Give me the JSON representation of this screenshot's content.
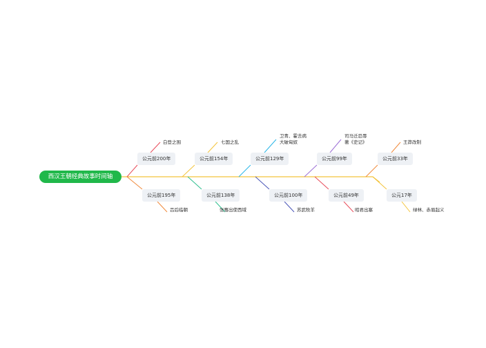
{
  "title": "西汉王朝经典故事时间轴",
  "upper": [
    {
      "date": "公元前200年",
      "event_lines": [
        "白登之围"
      ],
      "color": "#e84b5a"
    },
    {
      "date": "公元前154年",
      "event_lines": [
        "七国之乱"
      ],
      "color": "#f3c33a"
    },
    {
      "date": "公元前129年",
      "event_lines": [
        "卫青、霍去病",
        "大破匈奴"
      ],
      "color": "#29b6e8"
    },
    {
      "date": "公元前99年",
      "event_lines": [
        "司马迁忍辱",
        "著《史记》"
      ],
      "color": "#9c6fd6"
    },
    {
      "date": "公元前33年",
      "event_lines": [
        "王莽改制"
      ],
      "color": "#f08a3c"
    }
  ],
  "lower": [
    {
      "date": "公元前195年",
      "event_lines": [
        "吕后临朝"
      ],
      "color": "#f08a3c"
    },
    {
      "date": "公元前138年",
      "event_lines": [
        "张骞出使西域"
      ],
      "color": "#2fbf8f"
    },
    {
      "date": "公元前100年",
      "event_lines": [
        "苏武牧羊"
      ],
      "color": "#4a56b8"
    },
    {
      "date": "公元前49年",
      "event_lines": [
        "昭君出塞"
      ],
      "color": "#e84b5a"
    },
    {
      "date": "公元17年",
      "event_lines": [
        "绿林、赤眉起义"
      ],
      "color": "#f3c33a"
    }
  ],
  "spine_color": "#f3c33a"
}
